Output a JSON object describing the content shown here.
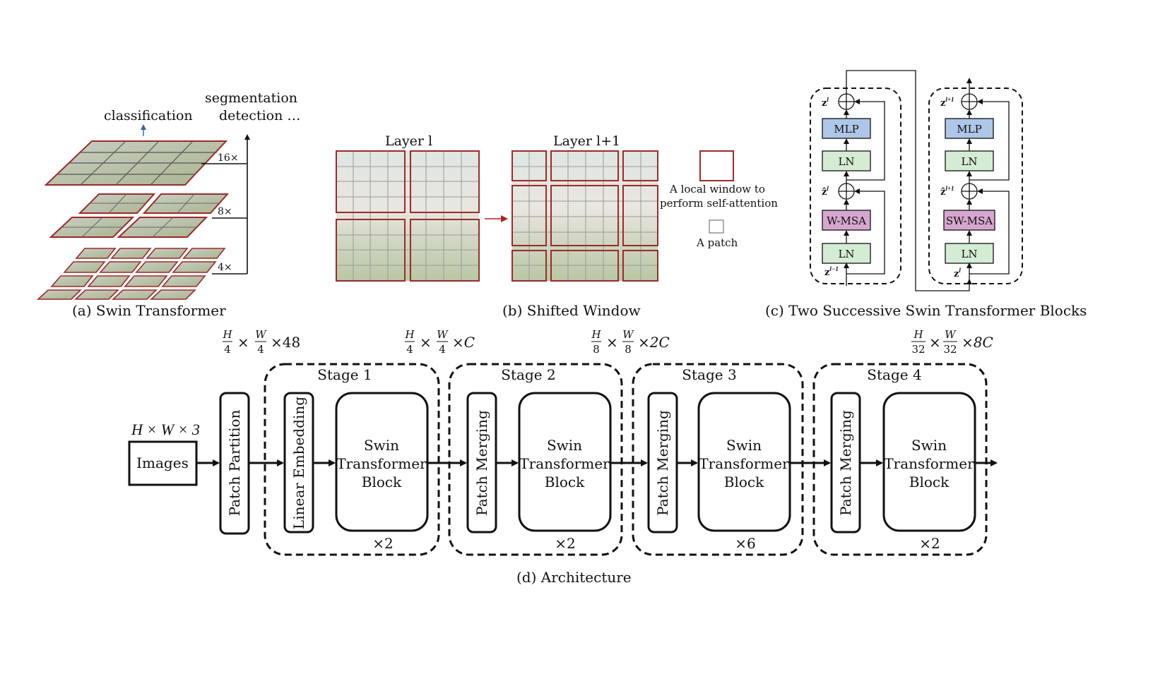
{
  "captions": {
    "a": "(a) Swin Transformer",
    "b": "(b) Shifted Window",
    "c": "(c) Two Successive Swin Transformer Blocks",
    "d": "(d) Architecture"
  },
  "panel_a": {
    "classification": "classification",
    "segmentation": "segmentation",
    "detection": "detection …",
    "scales": [
      "16×",
      "8×",
      "4×"
    ]
  },
  "panel_b": {
    "layer_l": "Layer l",
    "layer_l1": "Layer l+1",
    "legend_window_line1": "A local window to",
    "legend_window_line2": "perform self-attention",
    "legend_patch": "A patch"
  },
  "panel_c": {
    "left": {
      "mlp": "MLP",
      "ln_top": "LN",
      "msa": "W-MSA",
      "ln_bottom": "LN",
      "z_out": "z",
      "z_out_sup": "l",
      "z_mid": "ẑ",
      "z_mid_sup": "l",
      "z_in": "z",
      "z_in_sup": "l−1"
    },
    "right": {
      "mlp": "MLP",
      "ln_top": "LN",
      "msa": "SW-MSA",
      "ln_bottom": "LN",
      "z_out": "z",
      "z_out_sup": "l+1",
      "z_mid": "ẑ",
      "z_mid_sup": "l+1",
      "z_in": "z",
      "z_in_sup": "l"
    },
    "colors": {
      "mlp": "#aec7e8",
      "ln": "#d4ecd4",
      "msa": "#d7a6cf"
    }
  },
  "panel_d": {
    "input_dim": "H × W × 3",
    "images": "Images",
    "patch_partition": "Patch Partition",
    "dim_labels": [
      {
        "num1": "H",
        "den1": "4",
        "num2": "W",
        "den2": "4",
        "rest": "×48"
      },
      {
        "num1": "H",
        "den1": "4",
        "num2": "W",
        "den2": "4",
        "rest": "×C"
      },
      {
        "num1": "H",
        "den1": "8",
        "num2": "W",
        "den2": "8",
        "rest": "×2C"
      },
      {
        "num1": "H",
        "den1": "32",
        "num2": "W",
        "den2": "32",
        "rest": "×8C"
      }
    ],
    "stages": [
      {
        "title": "Stage 1",
        "first_block": "Linear Embedding",
        "block_line1": "Swin",
        "block_line2": "Transformer",
        "block_line3": "Block",
        "repeat": "×2"
      },
      {
        "title": "Stage 2",
        "first_block": "Patch Merging",
        "block_line1": "Swin",
        "block_line2": "Transformer",
        "block_line3": "Block",
        "repeat": "×2"
      },
      {
        "title": "Stage 3",
        "first_block": "Patch Merging",
        "block_line1": "Swin",
        "block_line2": "Transformer",
        "block_line3": "Block",
        "repeat": "×6"
      },
      {
        "title": "Stage 4",
        "first_block": "Patch Merging",
        "block_line1": "Swin",
        "block_line2": "Transformer",
        "block_line3": "Block",
        "repeat": "×2"
      }
    ]
  }
}
